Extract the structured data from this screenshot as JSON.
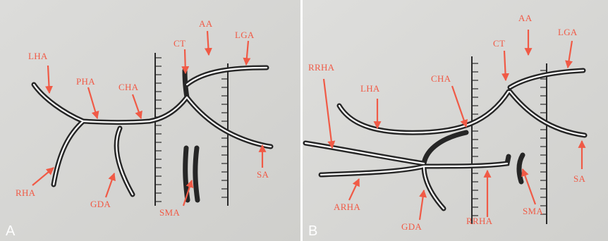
{
  "figure": {
    "panel_a": {
      "letter": "A",
      "labels": {
        "lha": "LHA",
        "pha": "PHA",
        "cha": "CHA",
        "ct": "CT",
        "aa": "AA",
        "lga": "LGA",
        "rha": "RHA",
        "gda": "GDA",
        "sma": "SMA",
        "sa": "SA"
      }
    },
    "panel_b": {
      "letter": "B",
      "labels": {
        "rrha_top": "RRHA",
        "lha": "LHA",
        "cha": "CHA",
        "ct": "CT",
        "aa": "AA",
        "lga": "LGA",
        "sa": "SA",
        "arha": "ARHA",
        "gda": "GDA",
        "rrha_bottom": "RRHA",
        "sma": "SMA"
      }
    },
    "colors": {
      "label": "#f05a46",
      "vessel": "#2a2a2a",
      "background": "#d9d9d7"
    }
  }
}
